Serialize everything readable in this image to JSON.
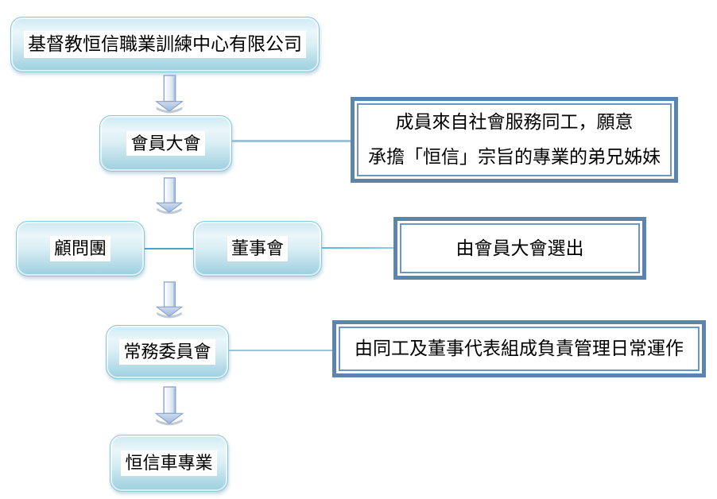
{
  "nodes": {
    "company": "基督教恒信職業訓練中心有限公司",
    "members_meeting": "會員大會",
    "advisory_group": "顧問團",
    "board_of_directors": "董事會",
    "standing_committee": "常務委員會",
    "hang_shun_auto": "恒信車專業"
  },
  "annotations": {
    "members_note_line1": "成員來自社會服務同工，願意",
    "members_note_line2": "承擔「恒信」宗旨的專業的弟兄姊妹",
    "board_note": "由會員大會選出",
    "standing_note": "由同工及董事代表組成負責管理日常運作"
  },
  "colors": {
    "node_fill_light": "#eaf6fa",
    "node_fill_dark": "#9bcfdf",
    "node_border": "#8cc6da",
    "annotation_border": "#5b84b1",
    "connector_soft": "#9cc4d8",
    "connector_cyan": "#3fa8d2",
    "arrow_fill": "#bfd3ea",
    "arrow_outline": "#8aa3cb",
    "label_background": "#ffffff",
    "text_color": "#000000"
  }
}
